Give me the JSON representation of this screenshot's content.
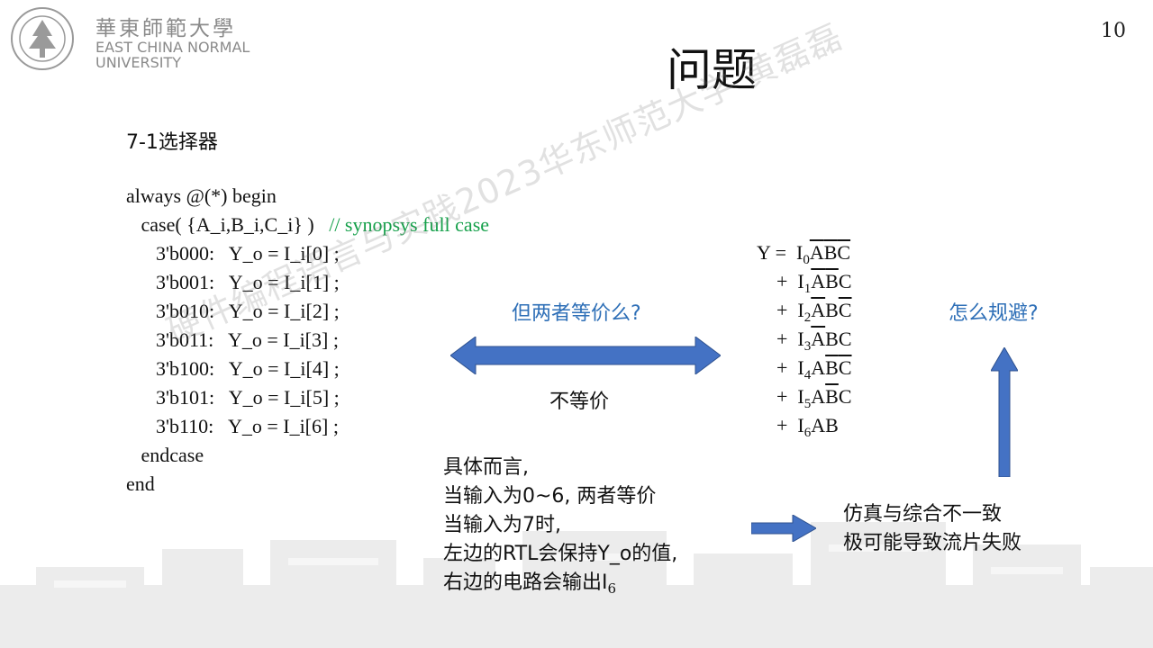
{
  "header": {
    "logo_cn": "華東師範大學",
    "logo_en_line1": "EAST CHINA NORMAL",
    "logo_en_line2": "UNIVERSITY",
    "page_number": "10"
  },
  "slide": {
    "title": "问题",
    "subtitle": "7-1选择器"
  },
  "code": {
    "line1": "always @(*) begin",
    "line2": "   case( {A_i,B_i,C_i} )   ",
    "comment": "// synopsys full case",
    "cases": [
      "3'b000:   Y_o = I_i[0] ;",
      "3'b001:   Y_o = I_i[1] ;",
      "3'b010:   Y_o = I_i[2] ;",
      "3'b011:   Y_o = I_i[3] ;",
      "3'b100:   Y_o = I_i[4] ;",
      "3'b101:   Y_o = I_i[5] ;",
      "3'b110:   Y_o = I_i[6] ;"
    ],
    "endcase": "   endcase",
    "end": "end"
  },
  "equation": {
    "lhs": "Y =  ",
    "plus": "+  ",
    "terms": [
      {
        "i": "I",
        "sub": "0",
        "a": "A",
        "b": "B",
        "c": "C"
      },
      {
        "i": "I",
        "sub": "1",
        "a": "A",
        "b": "B",
        "c": "C"
      },
      {
        "i": "I",
        "sub": "2",
        "a": "A",
        "b": "B",
        "c": "C"
      },
      {
        "i": "I",
        "sub": "3",
        "a": "A",
        "b": "B",
        "c": "C"
      },
      {
        "i": "I",
        "sub": "4",
        "a": "A",
        "b": "B",
        "c": "C"
      },
      {
        "i": "I",
        "sub": "5",
        "a": "A",
        "b": "B",
        "c": "C"
      },
      {
        "i": "I",
        "sub": "6",
        "a": "A",
        "b": "B"
      }
    ]
  },
  "annotations": {
    "question_left": "但两者等价么?",
    "not_equal": "不等价",
    "question_right": "怎么规避?",
    "explain": [
      "具体而言,",
      "当输入为0~6,  两者等价",
      "当输入为7时,",
      "左边的RTL会保持Y_o的值,"
    ],
    "explain_last_prefix": "右边的电路会输出I",
    "explain_last_sub": "6",
    "conclusion": [
      "仿真与综合不一致",
      "极可能导致流片失败"
    ]
  },
  "watermark": "硬件编程语言与实践2023华东师范大学 黄磊磊",
  "colors": {
    "accent_blue": "#2e6fb7",
    "arrow_fill": "#4472c4",
    "comment_green": "#15a04a"
  }
}
